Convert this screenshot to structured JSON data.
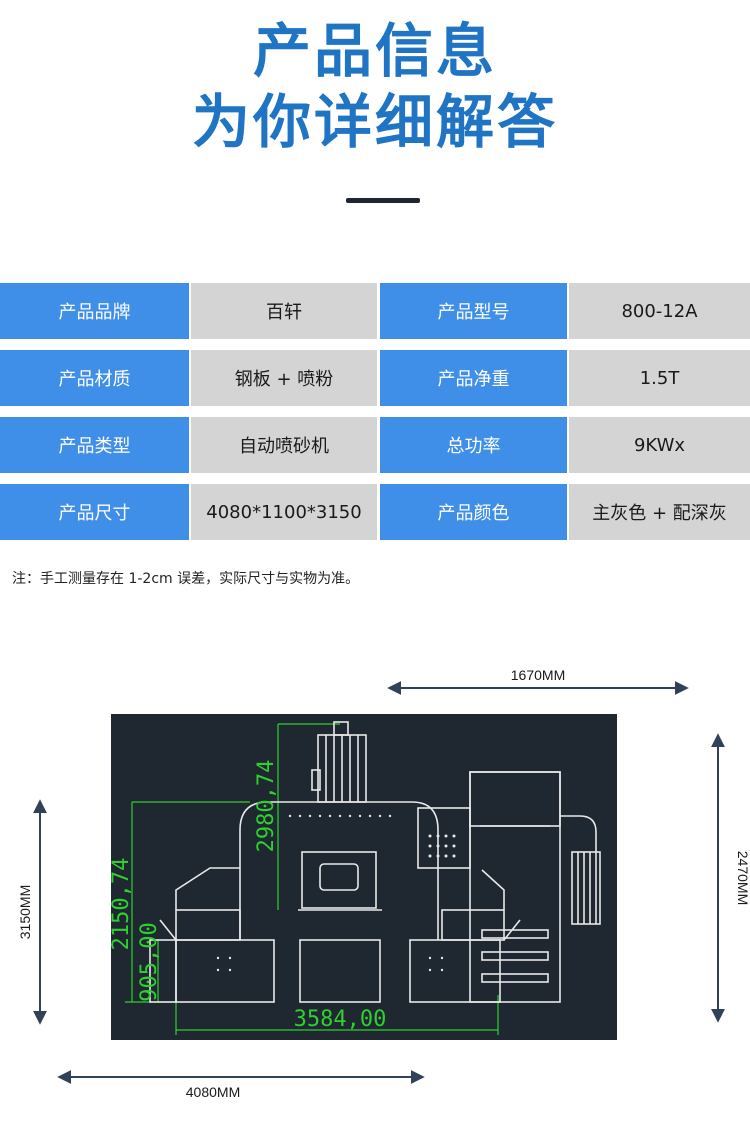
{
  "header": {
    "title_line1": "产品信息",
    "title_line2": "为你详细解答"
  },
  "specs": [
    {
      "label1": "产品品牌",
      "value1": "百轩",
      "label2": "产品型号",
      "value2": "800-12A"
    },
    {
      "label1": "产品材质",
      "value1": "钢板 + 喷粉",
      "label2": "产品净重",
      "value2": "1.5T"
    },
    {
      "label1": "产品类型",
      "value1": "自动喷砂机",
      "label2": "总功率",
      "value2": "9KWx"
    },
    {
      "label1": "产品尺寸",
      "value1": "4080*1100*3150",
      "label2": "产品颜色",
      "value2": "主灰色 + 配深灰"
    }
  ],
  "note": "注：手工测量存在 1-2cm 误差，实际尺寸与实物为准。",
  "dimensions": {
    "top_width": "1670MM",
    "left_height": "3150MM",
    "right_height": "2470MM",
    "bottom_width": "4080MM",
    "cad_height_total": "2980,74",
    "cad_height_mid": "2150,74",
    "cad_height_low": "905,00",
    "cad_width": "3584,00"
  },
  "colors": {
    "title_blue": "#1f74c4",
    "label_blue": "#3f8ee8",
    "value_gray": "#d4d4d4",
    "cad_background": "#1f2731",
    "cad_green": "#2fcf2f",
    "arrow_navy": "#2f4257"
  }
}
